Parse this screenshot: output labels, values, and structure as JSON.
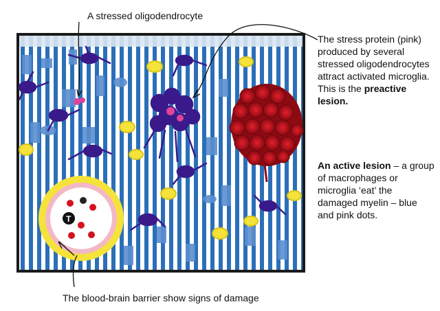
{
  "labels": {
    "oligodendrocyte": "A stressed oligodendrocyte",
    "stress_protein_text": "The stress protein (pink) produced by several stressed oligodendrocytes attract activated microglia. This is the",
    "preactive": "preactive lesion.",
    "active_lesion_bold": "An active lesion",
    "active_lesion_text": " – a group of macrophages or microglia ‘eat’ the damaged myelin – blue and pink dots.",
    "bbb": "The blood-brain barrier show signs of damage",
    "t_cell_letter": "T"
  },
  "colors": {
    "board_bg": "#2b6fb8",
    "stripe": "#ffffff",
    "frame": "#1a1a1a",
    "microglia": "#3a1a8a",
    "yellow_cells": "#f5e23a",
    "lesion_red": "#c0111d",
    "pink_protein": "#e0439a",
    "vessel_pink": "#f3b8c6"
  }
}
